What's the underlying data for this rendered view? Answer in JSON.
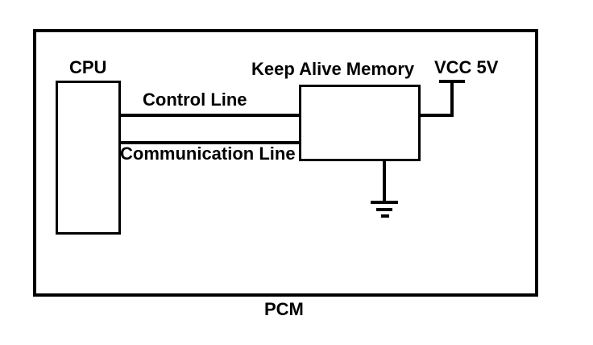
{
  "diagram": {
    "title": "PCM",
    "blocks": {
      "cpu": {
        "label": "CPU"
      },
      "keep_alive_memory": {
        "label": "Keep Alive Memory"
      }
    },
    "wires": {
      "control": {
        "label": "Control Line"
      },
      "communication": {
        "label": "Communication Line"
      }
    },
    "power": {
      "label": "VCC 5V"
    },
    "ground": {
      "symbol": "earth-ground"
    },
    "colors": {
      "line": "#000000",
      "background": "#ffffff",
      "text": "#000000"
    }
  }
}
